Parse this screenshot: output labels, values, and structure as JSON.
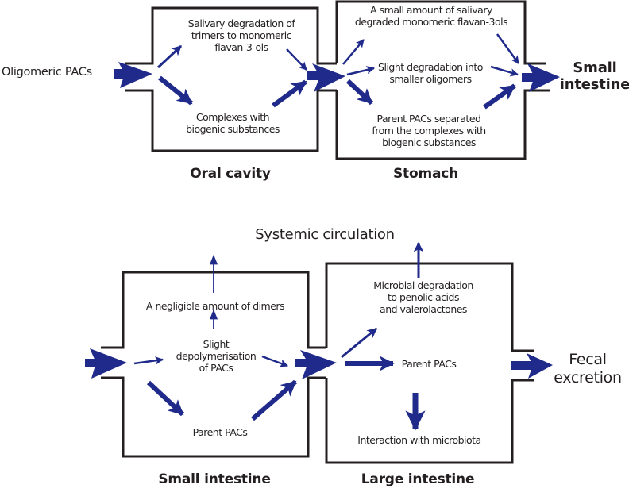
{
  "title": "Fate of proanthocyanidins (PACs) through the digestive tract",
  "colors": {
    "arrow": "#1f2a8a",
    "box_stroke": "#231f20",
    "text": "#231f20",
    "background": "#ffffff"
  },
  "top": {
    "input_label": "Oligomeric PACs",
    "oral_cavity": {
      "label": "Oral cavity",
      "node_salivary": [
        "Salivary degradation of",
        "trimers to monomeric",
        "flavan-3-ols"
      ],
      "node_complexes": [
        "Complexes with",
        "biogenic substances"
      ]
    },
    "stomach": {
      "label": "Stomach",
      "node_monomeric": [
        "A small amount of salivary",
        "degraded monomeric flavan-3ols"
      ],
      "node_slight": [
        "Slight degradation into",
        "smaller oligomers"
      ],
      "node_parent": [
        "Parent PACs separated",
        "from the complexes with",
        "biogenic substances"
      ]
    },
    "output_label": [
      "Small",
      "intestine"
    ]
  },
  "bottom": {
    "systemic_label": "Systemic circulation",
    "small_intestine": {
      "label": "Small intestine",
      "node_dimers": "A negligible amount of dimers",
      "node_depoly": [
        "Slight",
        "depolymerisation",
        "of PACs"
      ],
      "node_parent": "Parent PACs"
    },
    "large_intestine": {
      "label": "Large intestine",
      "node_microbial": [
        "Microbial degradation",
        "to penolic acids",
        "and valerolactones"
      ],
      "node_parent": "Parent PACs",
      "node_interaction": "Interaction with microbiota"
    },
    "output_label": [
      "Fecal",
      "excretion"
    ]
  }
}
